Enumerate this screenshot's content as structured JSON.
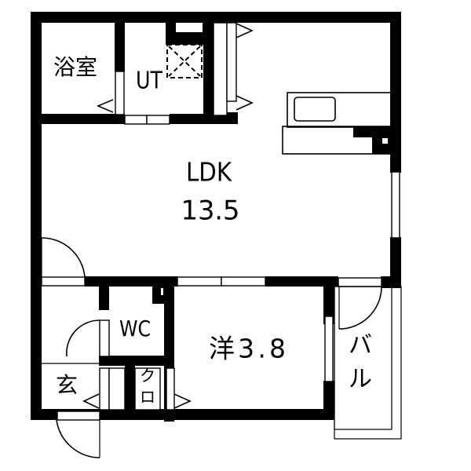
{
  "floor_plan": {
    "rooms": [
      {
        "id": "bath",
        "label": "浴室"
      },
      {
        "id": "utility",
        "label": "UT"
      },
      {
        "id": "ldk",
        "label": "LDK",
        "size": "13.5"
      },
      {
        "id": "wc",
        "label": "WC"
      },
      {
        "id": "entrance",
        "label": "玄"
      },
      {
        "id": "closet",
        "label": "ク",
        "label2": "ロ"
      },
      {
        "id": "western_room",
        "label": "洋3.8"
      },
      {
        "id": "balcony",
        "label": "バ",
        "label2": "ル"
      }
    ],
    "colors": {
      "wall": "#000000",
      "background": "#ffffff"
    }
  }
}
